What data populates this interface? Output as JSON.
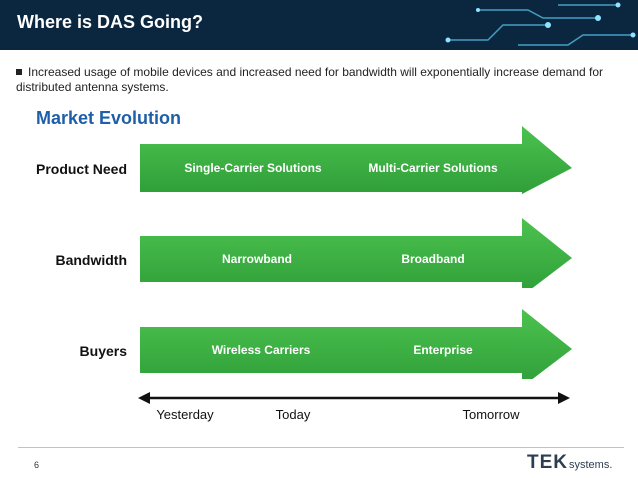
{
  "header": {
    "title": "Where is DAS Going?"
  },
  "bullet": {
    "text": "Increased usage of mobile devices and increased need for bandwidth will exponentially increase demand for distributed antenna systems."
  },
  "section": {
    "title": "Market Evolution"
  },
  "rows": [
    {
      "label": "Product Need",
      "left": "Single-Carrier Solutions",
      "right": "Multi-Carrier Solutions"
    },
    {
      "label": "Bandwidth",
      "left": "Narrowband",
      "right": "Broadband"
    },
    {
      "label": "Buyers",
      "left": "Wireless Carriers",
      "right": "Enterprise"
    }
  ],
  "timeline": {
    "yesterday": "Yesterday",
    "today": "Today",
    "tomorrow": "Tomorrow"
  },
  "footer": {
    "page_number": "6",
    "logo_main": "TEK",
    "logo_sub": "systems."
  },
  "colors": {
    "header_bg": "#0b2740",
    "arrow_green": "#3cb043",
    "title_blue": "#1f5fa8"
  }
}
